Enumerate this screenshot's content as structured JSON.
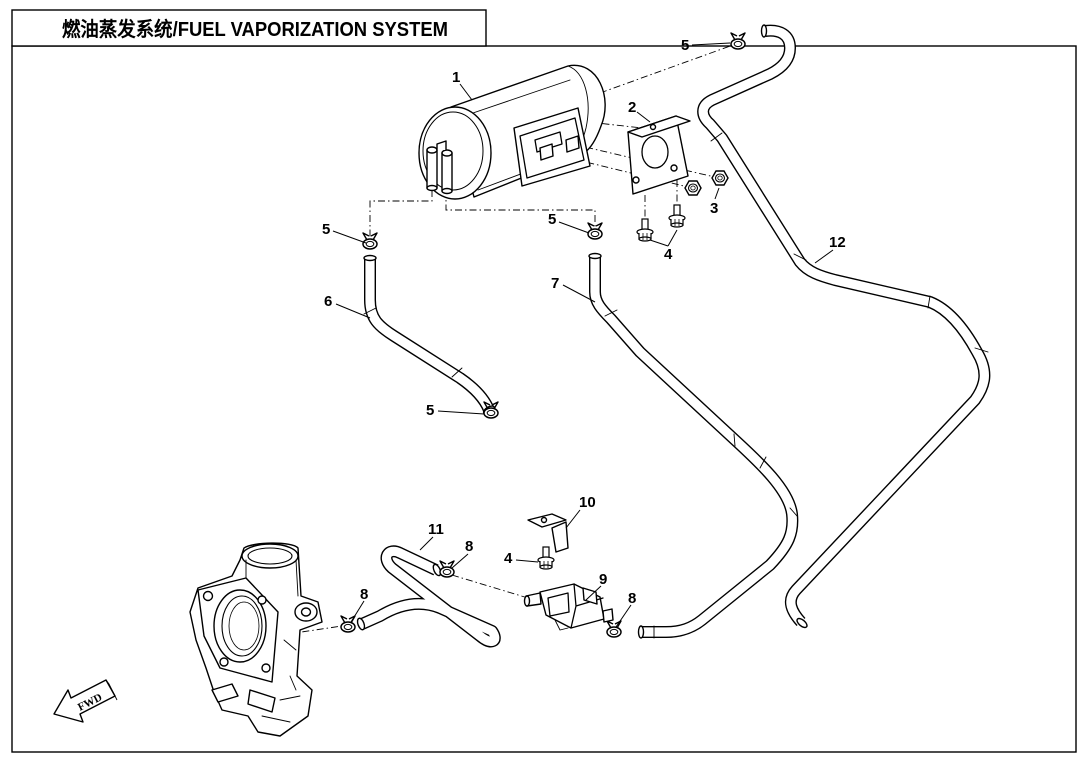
{
  "title": "燃油蒸发系统/FUEL VAPORIZATION SYSTEM",
  "fwd_label": "FWD",
  "callouts": [
    "1",
    "2",
    "3",
    "4",
    "4",
    "5",
    "5",
    "5",
    "5",
    "6",
    "7",
    "8",
    "8",
    "8",
    "9",
    "10",
    "11",
    "12"
  ],
  "colors": {
    "line": "#000000",
    "background": "#ffffff"
  }
}
